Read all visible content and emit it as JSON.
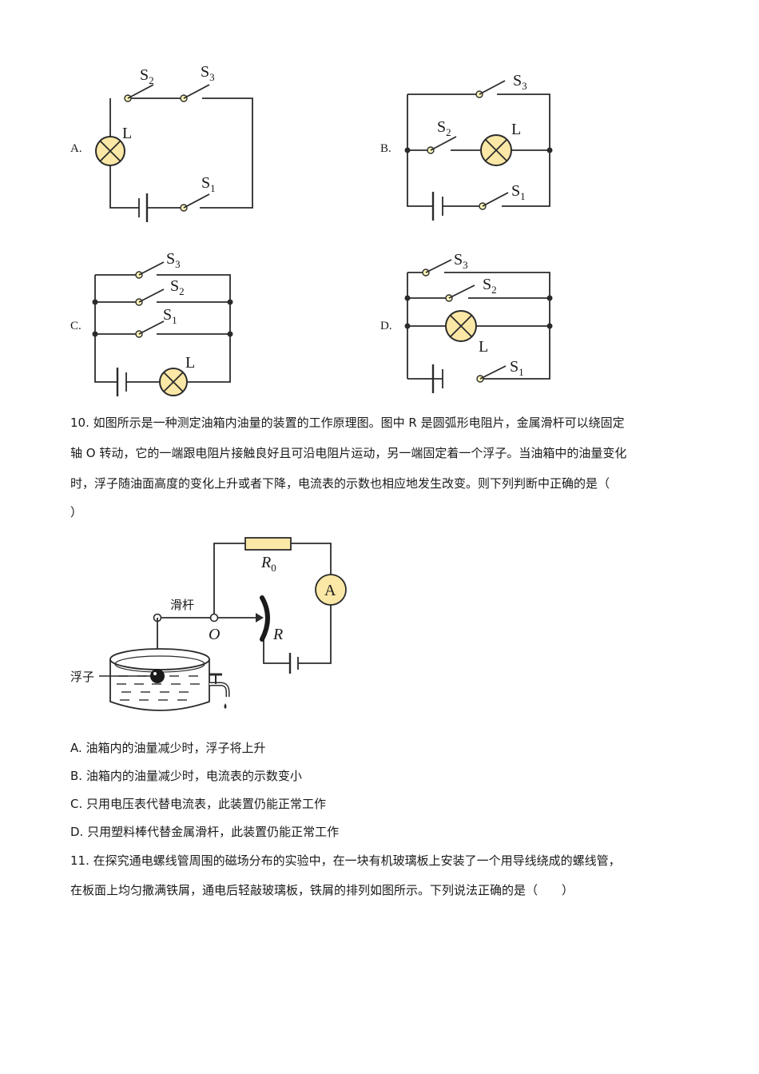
{
  "q9_options": {
    "a": {
      "letter": "A.",
      "lamp": "L",
      "s1": "S",
      "s1_sub": "1",
      "s2": "S",
      "s2_sub": "2",
      "s3": "S",
      "s3_sub": "3"
    },
    "b": {
      "letter": "B.",
      "lamp": "L",
      "s1": "S",
      "s1_sub": "1",
      "s2": "S",
      "s2_sub": "2",
      "s3": "S",
      "s3_sub": "3"
    },
    "c": {
      "letter": "C.",
      "lamp": "L",
      "s1": "S",
      "s1_sub": "1",
      "s2": "S",
      "s2_sub": "2",
      "s3": "S",
      "s3_sub": "3"
    },
    "d": {
      "letter": "D.",
      "lamp": "L",
      "s1": "S",
      "s1_sub": "1",
      "s2": "S",
      "s2_sub": "2",
      "s3": "S",
      "s3_sub": "3"
    }
  },
  "q10": {
    "line1": "10. 如图所示是一种测定油箱内油量的装置的工作原理图。图中 R 是圆弧形电阻片，金属滑杆可以绕固定",
    "line2": "轴 O 转动，它的一端跟电阻片接触良好且可沿电阻片运动，另一端固定着一个浮子。当油箱中的油量变化",
    "line3": "时，浮子随油面高度的变化上升或者下降，电流表的示数也相应地发生改变。则下列判断中正确的是（",
    "line4": "）",
    "diagram": {
      "r0": "R",
      "r0_sub": "0",
      "ammeter": "A",
      "rod_label": "滑杆",
      "pivot_label": "O",
      "resistor_label": "R",
      "float_label": "浮子"
    },
    "options": [
      "A. 油箱内的油量减少时，浮子将上升",
      "B. 油箱内的油量减少时，电流表的示数变小",
      "C. 只用电压表代替电流表，此装置仍能正常工作",
      "D. 只用塑料棒代替金属滑杆，此装置仍能正常工作"
    ]
  },
  "q11": {
    "line1": "11. 在探究通电螺线管周围的磁场分布的实验中，在一块有机玻璃板上安装了一个用导线绕成的螺线管，",
    "line2": "在板面上均匀撒满铁屑，通电后轻敲玻璃板，铁屑的排列如图所示。下列说法正确的是（　　）"
  }
}
